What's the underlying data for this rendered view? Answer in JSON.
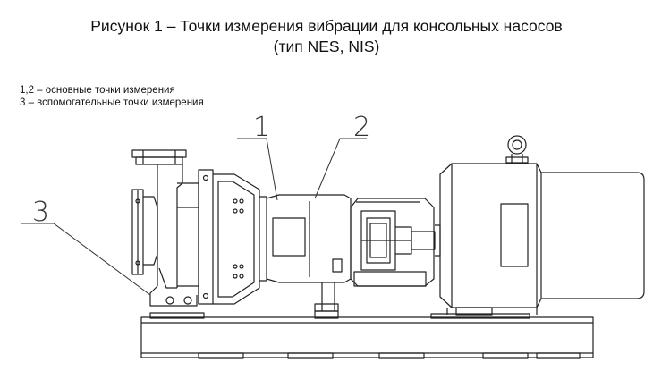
{
  "figure": {
    "title_line1": "Рисунок 1 – Точки измерения вибрации для консольных насосов",
    "title_line2": "(тип NES, NIS)"
  },
  "legend": {
    "line1": "1,2 – основные точки измерения",
    "line2": "3 – вспомогательные точки измерения"
  },
  "callouts": {
    "point1": "1",
    "point2": "2",
    "point3": "3"
  }
}
